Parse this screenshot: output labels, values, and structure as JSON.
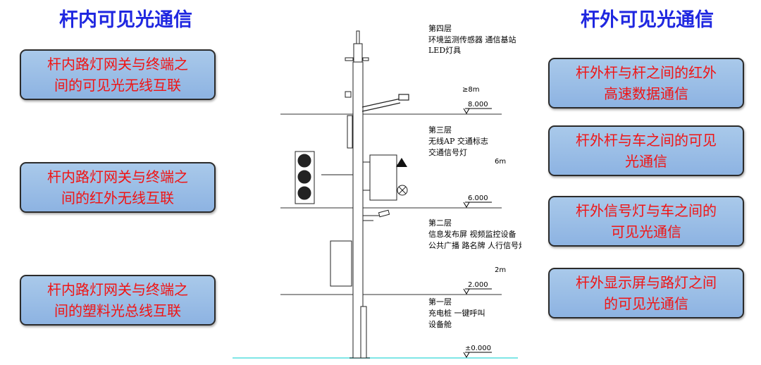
{
  "left": {
    "title": "杆内可见光通信",
    "boxes": [
      {
        "line1": "杆内路灯网关与终端之",
        "line2": "间的可见光无线互联"
      },
      {
        "line1": "杆内路灯网关与终端之",
        "line2": "间的红外无线互联"
      },
      {
        "line1": "杆内路灯网关与终端之",
        "line2": "间的塑料光总线互联"
      }
    ]
  },
  "right": {
    "title": "杆外可见光通信",
    "boxes": [
      {
        "line1": "杆外杆与杆之间的红外",
        "line2": "高速数据通信"
      },
      {
        "line1": "杆外杆与车之间的可见",
        "line2": "光通信"
      },
      {
        "line1": "杆外信号灯与车之间的",
        "line2": "可见光通信"
      },
      {
        "line1": "杆外显示屏与路灯之间",
        "line2": "的可见光通信"
      }
    ]
  },
  "pole": {
    "layers": [
      {
        "title": "第四层",
        "line1": "环境监测传感器 通信基站",
        "line2": "LED灯具"
      },
      {
        "title": "第三层",
        "line1": "无线AP 交通标志",
        "line2": "交通信号灯"
      },
      {
        "title": "第二层",
        "line1": "信息发布屏 视频监控设备",
        "line2": "公共广播 路名牌 人行信号灯"
      },
      {
        "title": "第一层",
        "line1": "充电桩  一键呼叫",
        "line2": "设备舱"
      }
    ],
    "levels": [
      "8.000",
      "6.000",
      "2.000",
      "±0.000"
    ],
    "dims": [
      "≥8m",
      "6m",
      "2m"
    ]
  }
}
